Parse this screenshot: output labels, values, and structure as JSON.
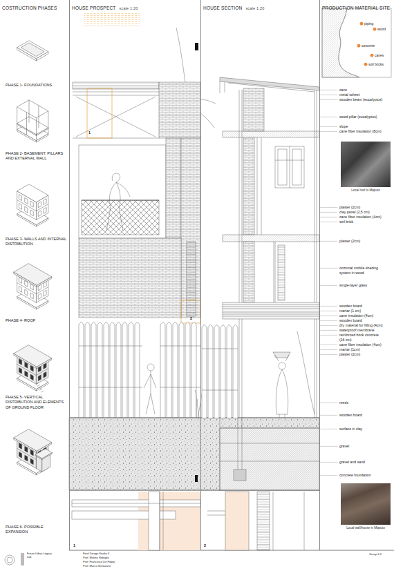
{
  "diagram": {
    "nodes": [
      {
        "text": [
          "COSTRUCTION PHASES"
        ]
      },
      {
        "text": [
          "HOUSE PROSPECT",
          "scale 1:20"
        ]
      },
      {
        "text": [
          "HOUSE SECTION",
          "scale 1:20"
        ]
      },
      {
        "text": [
          "PRODUCTION MATERIAL SITE"
        ]
      },
      {
        "text": [
          "Local roof in Maputo"
        ],
        "in": 3
      },
      {
        "text": [
          "Local wall/house in Maputo"
        ],
        "in": 3
      }
    ],
    "labels": [
      "PHASE 1- FOUNDATIONS",
      "PHASE 2- BASEMENT, PILLARS AND EXTERNAL WALL",
      "PHASE 3- WALLS AND INTERNAL DISTRIBUTION",
      "PHASE 4- ROOF",
      "PHASE 5- VERTICAL DISTRIBUTION AND ELEMENTS OF GROUND FLOOR",
      "PHASE 6- POSSIBLE EXPANSION",
      "piping",
      "wood",
      "concrete",
      "canes",
      "soil bricks",
      "cane",
      "metal scheet",
      "wooden beam (eucalyptus)",
      "wood pillar (eucalyptus)",
      "slope",
      "cane fiber insulation (8cm)",
      "plaster (2cm)",
      "clay panel (2,5 cm)",
      "cane fiber insulation (4cm)",
      "soil brick",
      "plaster (2cm)",
      "orizontal mobile shading system in wood",
      "single-layer glass",
      "wooden board",
      "martar (1 cm)",
      "cane insulation (4cm)",
      "wooden board",
      "dry material for filling (4cm)",
      "waterproof membrane",
      "reinforced brick concrete (16 cm)",
      "cane fiber insulation (4cm)",
      "martar (1cm)",
      "plaster (2cm)",
      "reeds",
      "wooden board",
      "surface in clay",
      "gravel",
      "gravel and sand",
      "concrete foundation",
      "1",
      "2",
      "1",
      "2",
      "Future Urban Legacy Lab",
      "Final Design Studio II",
      "Prof. Matteo Robiglio",
      "Prof. Francesco De Filippi",
      "Prof. Marco Schiavone",
      "Group 2.4"
    ]
  }
}
